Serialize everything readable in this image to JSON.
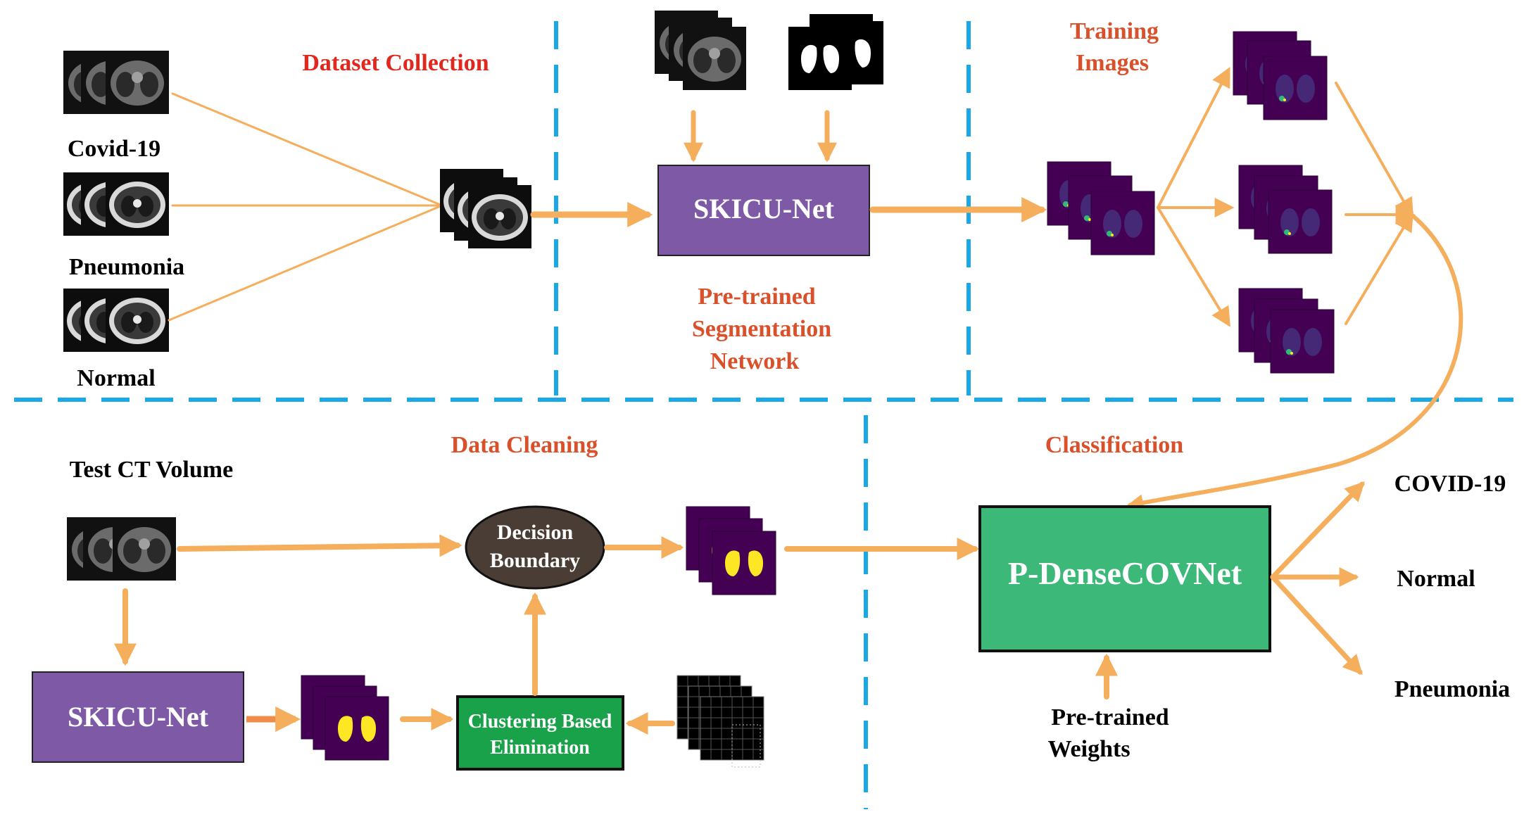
{
  "sections": {
    "dataset_collection": "Dataset Collection",
    "training_images_line1": "Training",
    "training_images_line2": "Images",
    "pretrained_seg_line1": "Pre-trained",
    "pretrained_seg_line2": "Segmentation",
    "pretrained_seg_line3": "Network",
    "data_cleaning": "Data Cleaning",
    "classification": "Classification"
  },
  "classes_input": {
    "covid": "Covid-19",
    "pneumonia": "Pneumonia",
    "normal": "Normal"
  },
  "boxes": {
    "skicu_top": "SKICU-Net",
    "skicu_bottom": "SKICU-Net",
    "decision_line1": "Decision",
    "decision_line2": "Boundary",
    "cluster_line1": "Clustering Based",
    "cluster_line2": "Elimination",
    "dense": "P-DenseCOVNet"
  },
  "labels": {
    "test_ct": "Test CT Volume",
    "weights_line1": "Pre-trained",
    "weights_line2": "Weights"
  },
  "outputs": {
    "covid": "COVID-19",
    "normal": "Normal",
    "pneumonia": "Pneumonia"
  },
  "colors": {
    "arrow": "#f4ae5c",
    "divider": "#1ba8e6",
    "skicu_box": "#7e5aa6",
    "dense_box": "#3cb879",
    "cluster_box": "#19a24a",
    "decision_ellipse": "#4a3d36",
    "viridis_bg": "#440154",
    "lung_yellow": "#fde725"
  }
}
